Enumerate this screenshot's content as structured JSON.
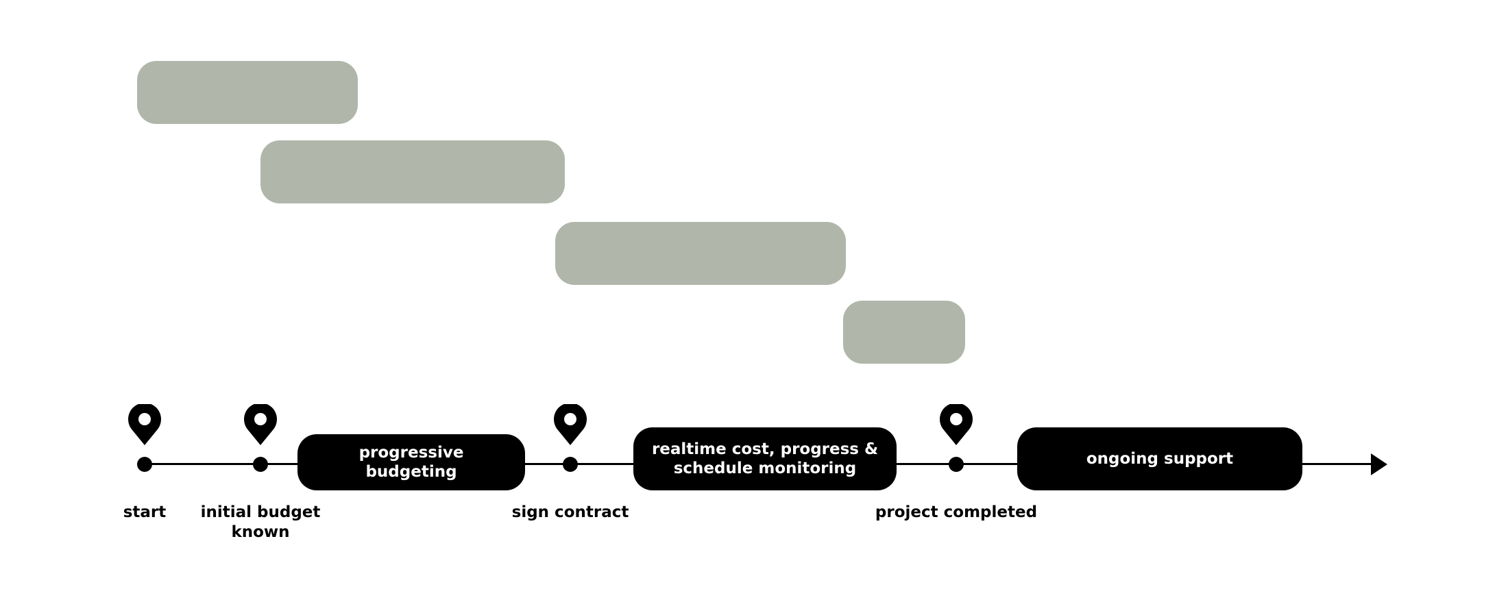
{
  "colors": {
    "background": "#ffffff",
    "ink": "#000000",
    "phase_bar": "#b0b6aa",
    "stage_text": "#ffffff"
  },
  "phase_bars": [
    {
      "name": "phase-bar-1"
    },
    {
      "name": "phase-bar-2"
    },
    {
      "name": "phase-bar-3"
    },
    {
      "name": "phase-bar-4"
    }
  ],
  "milestones": [
    {
      "label": "start",
      "icon": "map-pin-icon"
    },
    {
      "label": "initial budget\nknown",
      "icon": "map-pin-icon"
    },
    {
      "label": "sign contract",
      "icon": "map-pin-icon"
    },
    {
      "label": "project completed",
      "icon": "map-pin-icon"
    }
  ],
  "stages": [
    {
      "label": "progressive\nbudgeting"
    },
    {
      "label": "realtime cost, progress &\nschedule monitoring"
    },
    {
      "label": "ongoing support"
    }
  ],
  "timeline": {
    "arrow_icon": "arrow-right-icon"
  }
}
